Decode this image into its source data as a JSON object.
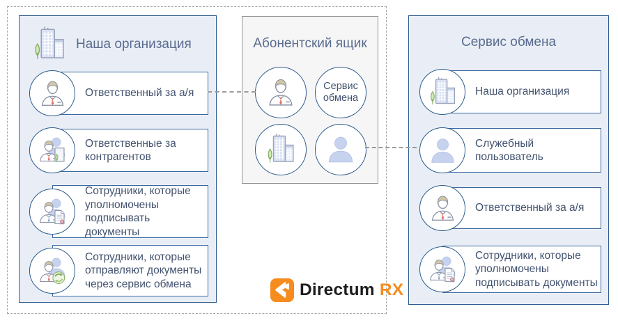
{
  "left_panel": {
    "title": "Наша организация",
    "title_icon": "organization-buildings-icon",
    "items": [
      {
        "label": "Ответственный за а/я",
        "icon": "manager-person-icon"
      },
      {
        "label": "Ответственные за контрагентов",
        "icon": "people-counterparty-icon"
      },
      {
        "label": "Сотрудники, которые уполномочены подписывать документы",
        "icon": "people-sign-document-icon"
      },
      {
        "label": "Сотрудники, которые отправляют документы через сервис обмена",
        "icon": "people-exchange-icon"
      }
    ]
  },
  "middle_panel": {
    "title": "Абонентский ящик",
    "circles": [
      {
        "icon": "manager-person-icon",
        "label": ""
      },
      {
        "icon": "label-circle",
        "label": "Сервис обмена"
      },
      {
        "icon": "organization-buildings-icon",
        "label": ""
      },
      {
        "icon": "service-user-silhouette-icon",
        "label": ""
      }
    ]
  },
  "right_panel": {
    "title": "Сервис обмена",
    "items": [
      {
        "label": "Наша организация",
        "icon": "organization-buildings-icon"
      },
      {
        "label": "Служебный пользователь",
        "icon": "service-user-silhouette-icon"
      },
      {
        "label": "Ответственный за а/я",
        "icon": "manager-person-icon"
      },
      {
        "label": "Сотрудники, которые уполномочены подписывать документы",
        "icon": "people-sign-document-icon"
      }
    ]
  },
  "connectors": [
    {
      "from": "responsible-for-mailbox",
      "to": "mailbox-person-circle"
    },
    {
      "from": "mailbox-user-circle",
      "to": "service-user"
    }
  ],
  "logo": {
    "text": "Directum",
    "suffix": "RX"
  },
  "colors": {
    "panel_border_blue": "#2e5c8c",
    "panel_bg_blue": "#e9eef6",
    "middle_border_gray": "#8f9094",
    "middle_bg_gray": "#f6f6f7",
    "item_text": "#42526e",
    "title_text": "#5a6b8e",
    "connector_gray": "#9b9b9b",
    "silhouette_blue": "#c6d2ee",
    "logo_orange": "#f68c1e"
  }
}
